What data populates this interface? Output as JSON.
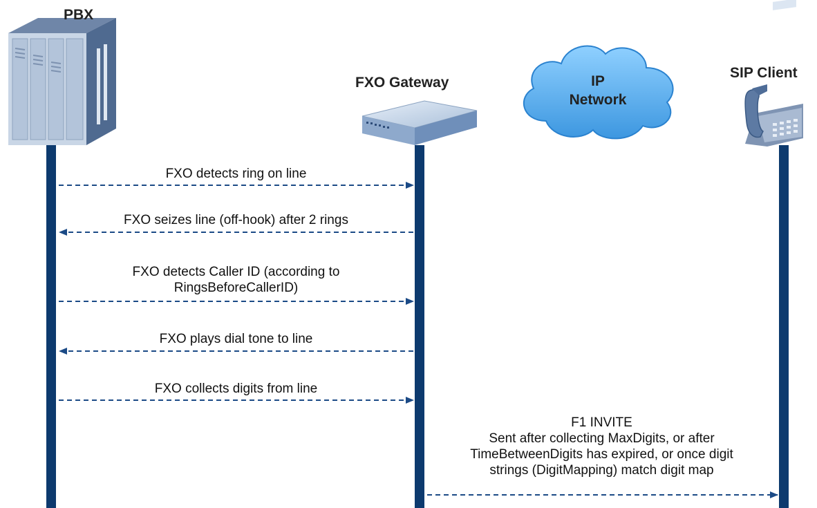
{
  "actors": {
    "pbx": "PBX",
    "gateway": "FXO Gateway",
    "network_line1": "IP",
    "network_line2": "Network",
    "client": "SIP Client"
  },
  "messages": [
    {
      "lines": [
        "FXO detects ring on line"
      ],
      "direction": "right"
    },
    {
      "lines": [
        "FXO seizes line (off-hook) after 2 rings"
      ],
      "direction": "left"
    },
    {
      "lines": [
        "FXO detects Caller ID (according to",
        "RingsBeforeCallerID)"
      ],
      "direction": "right"
    },
    {
      "lines": [
        "FXO plays dial tone to line"
      ],
      "direction": "left"
    },
    {
      "lines": [
        "FXO collects digits from line"
      ],
      "direction": "right"
    },
    {
      "lines": [
        "F1   INVITE",
        "Sent after collecting MaxDigits, or after",
        "TimeBetweenDigits has expired, or once digit",
        "strings (DigitMapping) match digit map"
      ],
      "direction": "right"
    }
  ],
  "colors": {
    "lifeline": "#0d3a6e",
    "arrow": "#1b4a86"
  }
}
